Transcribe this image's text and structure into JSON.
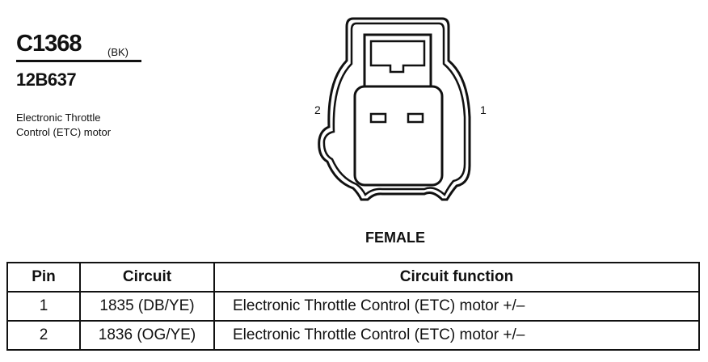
{
  "connector": {
    "id": "C1368",
    "color_code": "(BK)",
    "part_number": "12B637",
    "description": "Electronic Throttle\nControl (ETC) motor",
    "gender": "FEMALE",
    "pin_labels": {
      "left": "2",
      "right": "1"
    }
  },
  "table": {
    "headers": {
      "pin": "Pin",
      "circuit": "Circuit",
      "function": "Circuit function"
    },
    "rows": [
      {
        "pin": "1",
        "circuit": "1835 (DB/YE)",
        "function": "Electronic Throttle Control (ETC) motor +/–"
      },
      {
        "pin": "2",
        "circuit": "1836 (OG/YE)",
        "function": "Electronic Throttle Control (ETC) motor +/–"
      }
    ]
  }
}
